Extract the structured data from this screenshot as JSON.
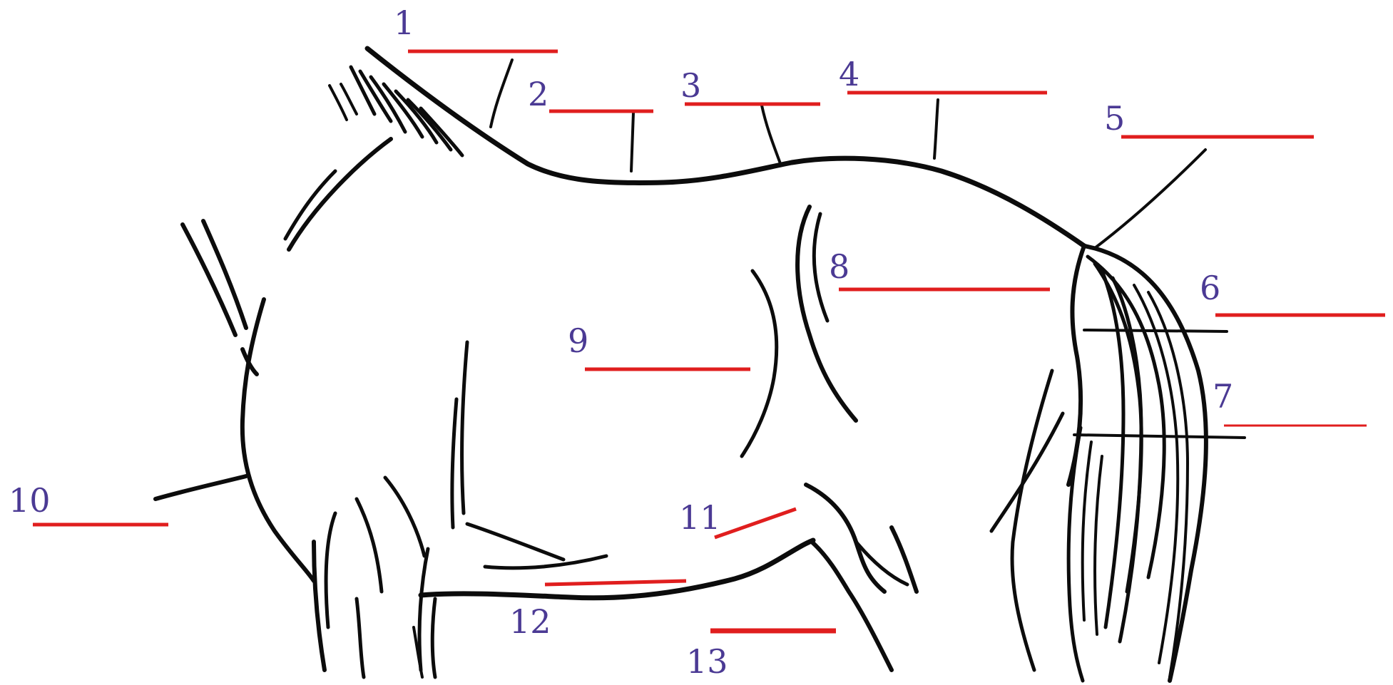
{
  "labels": [
    "1",
    "2",
    "3",
    "4",
    "5",
    "6",
    "7",
    "8",
    "9",
    "10",
    "11",
    "12",
    "13"
  ],
  "colors": {
    "label_text": "#4b3a94",
    "answer_blank": "#e01e1e",
    "ink": "#0c0c0c",
    "background": "#ffffff"
  }
}
